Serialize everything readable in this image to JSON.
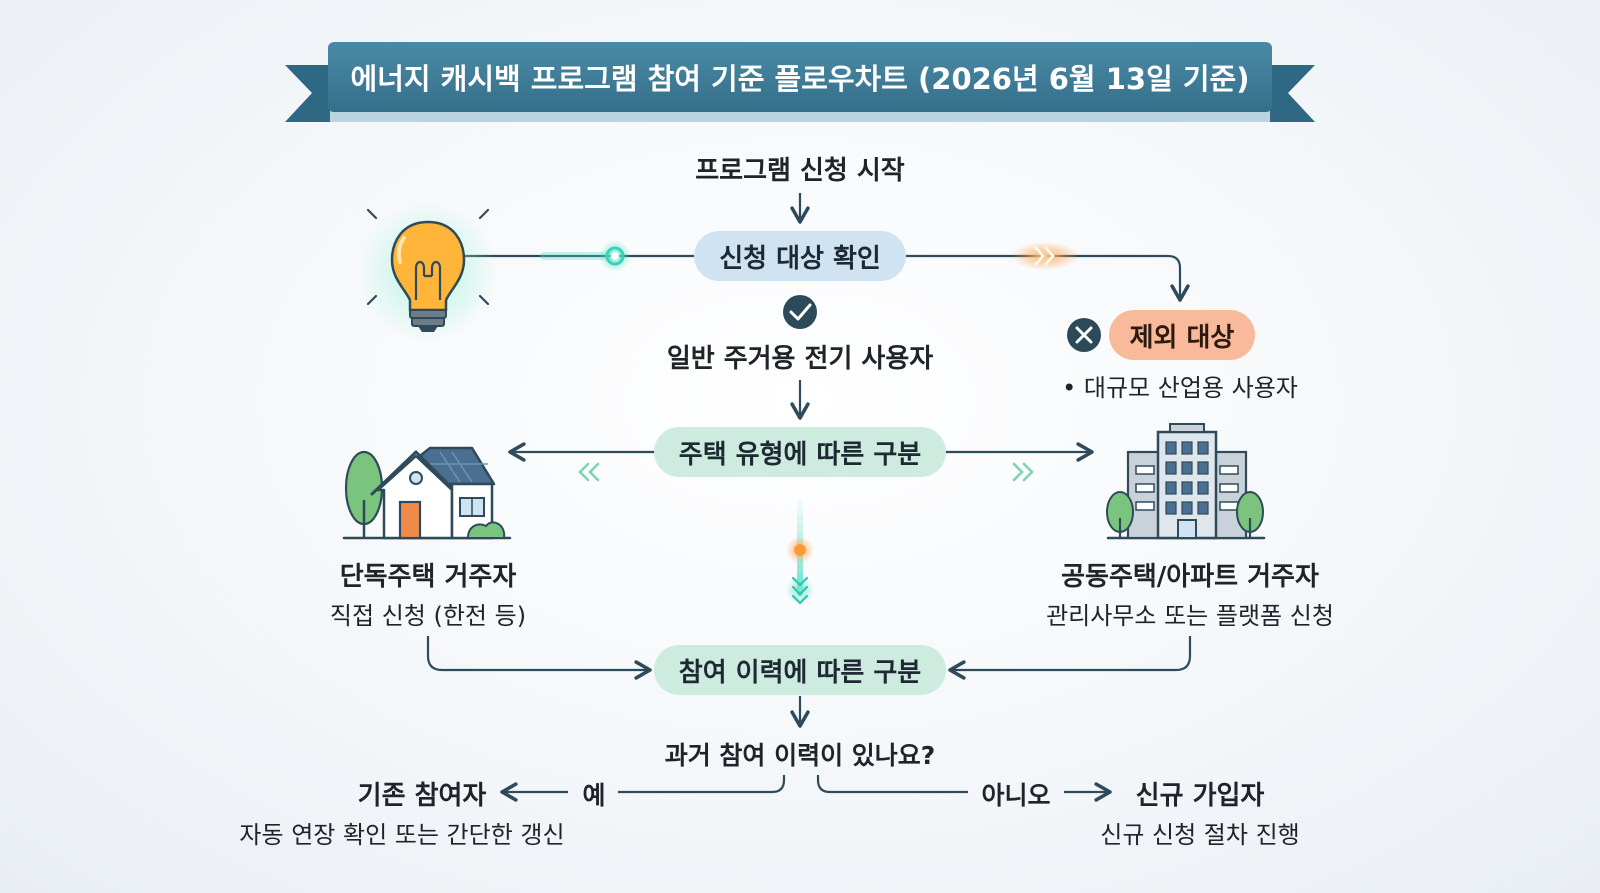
{
  "title": "에너지 캐시백 프로그램 참여 기준 플로우차트 (2026년 6월 13일 기준)",
  "start": "프로그램 신청 시작",
  "eligibility_check": "신청 대상 확인",
  "eligible_user": "일반 주거용 전기 사용자",
  "excluded": {
    "label": "제외 대상",
    "detail": "• 대규모 산업용 사용자"
  },
  "housing_split": "주택 유형에 따른 구분",
  "detached": {
    "title": "단독주택 거주자",
    "detail": "직접 신청 (한전 등)"
  },
  "apartment": {
    "title": "공동주택/아파트 거주자",
    "detail": "관리사무소 또는 플랫폼 신청"
  },
  "history_split": "참여 이력에 따른 구분",
  "question": "과거 참여 이력이 있나요?",
  "yes": "예",
  "no": "아니오",
  "existing": {
    "title": "기존 참여자",
    "detail": "자동 연장 확인 또는 간단한 갱신"
  },
  "new": {
    "title": "신규 가입자",
    "detail": "신규 신청 절차 진행"
  },
  "colors": {
    "banner": "#3f7d99",
    "arrow": "#2f4a5a",
    "pill_blue": "#cfe3f3",
    "pill_green": "#cdebdf",
    "pill_orange": "#f9b99b",
    "glow_cyan": "#56e0c8",
    "glow_orange": "#ffa24d"
  },
  "icons": [
    "lightbulb-icon",
    "check-icon",
    "close-icon",
    "house-icon",
    "apartment-building-icon"
  ]
}
